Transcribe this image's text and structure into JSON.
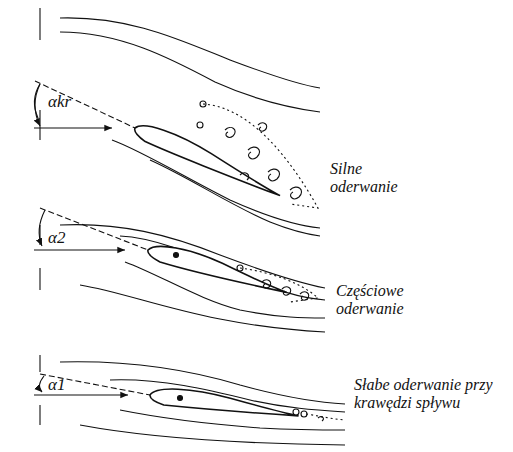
{
  "diagram": {
    "labels": [
      "αkr",
      "Silne oderwanie",
      "α2",
      "Częściowe oderwanie",
      "α1",
      "Słabe oderwanie przy krawędzi spływu"
    ]
  }
}
